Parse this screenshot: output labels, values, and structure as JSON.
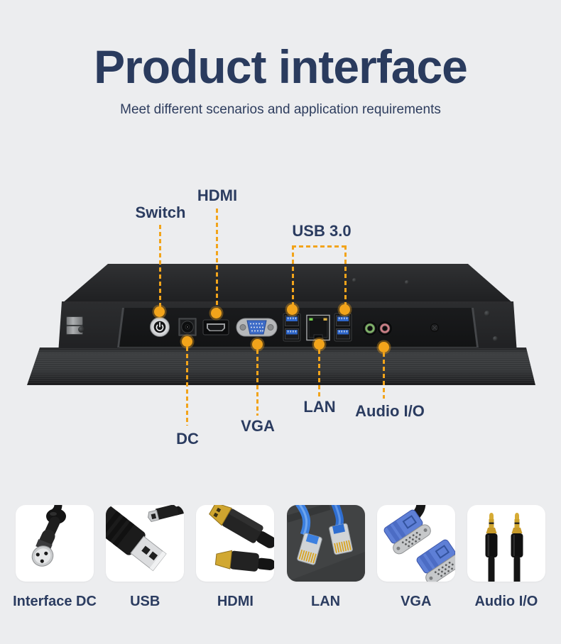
{
  "theme": {
    "background": "#ECEDEF",
    "accent_orange": "#F2A41B",
    "text_navy": "#2B3C60",
    "card_background": "#FFFFFF",
    "device_black": "#232426"
  },
  "header": {
    "title": "Product interface",
    "subtitle": "Meet different scenarios and application requirements"
  },
  "diagram": {
    "device": "panel-pc-rear-io-view",
    "callouts": [
      {
        "id": "switch",
        "label": "Switch",
        "port": "power-button"
      },
      {
        "id": "hdmi",
        "label": "HDMI",
        "port": "hdmi-port"
      },
      {
        "id": "usb30",
        "label": "USB 3.0",
        "port": "usb3-port-groups"
      },
      {
        "id": "dc",
        "label": "DC",
        "port": "dc-jack"
      },
      {
        "id": "vga",
        "label": "VGA",
        "port": "vga-port"
      },
      {
        "id": "lan",
        "label": "LAN",
        "port": "lan-port"
      },
      {
        "id": "audio",
        "label": "Audio I/O",
        "port": "audio-jacks"
      }
    ],
    "ports": [
      "power-button",
      "dc-jack",
      "hdmi-port",
      "vga-port",
      "usb3-ports-left",
      "lan-port",
      "usb3-ports-right",
      "audio-jack-green",
      "audio-jack-pink"
    ]
  },
  "gallery": {
    "items": [
      {
        "label": "Interface DC",
        "icon": "dc-connector-photo"
      },
      {
        "label": "USB",
        "icon": "usb-connector-photo"
      },
      {
        "label": "HDMI",
        "icon": "hdmi-connector-photo"
      },
      {
        "label": "LAN",
        "icon": "lan-connector-photo"
      },
      {
        "label": "VGA",
        "icon": "vga-connector-photo"
      },
      {
        "label": "Audio I/O",
        "icon": "audio-connector-photo"
      }
    ]
  }
}
